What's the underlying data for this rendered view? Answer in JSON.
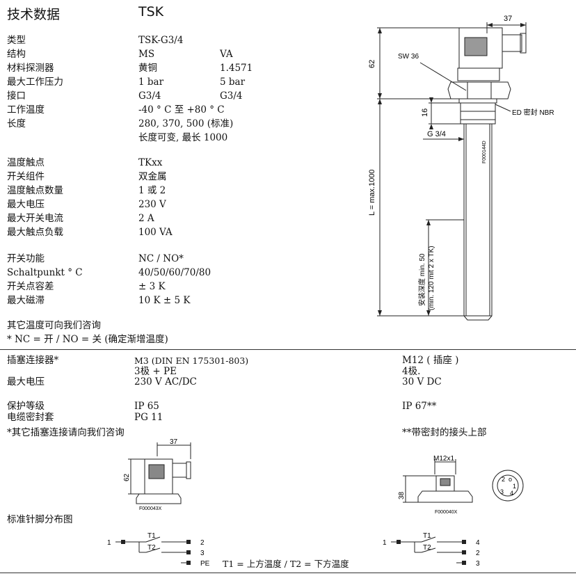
{
  "header": {
    "title": "技术数据",
    "model": "TSK"
  },
  "specs1": [
    {
      "label": "类型",
      "v1": "TSK-G3/4",
      "v2": ""
    },
    {
      "label": "结构",
      "v1": "MS",
      "v2": "VA"
    },
    {
      "label": "材料探测器",
      "v1": "黄铜",
      "v2": "1.4571"
    },
    {
      "label": "最大工作压力",
      "v1": "1 bar",
      "v2": "5 bar"
    },
    {
      "label": "接口",
      "v1": "G3/4",
      "v2": "G3/4"
    },
    {
      "label": "工作温度",
      "v1": "-40 ° C 至 +80 ° C",
      "v2": ""
    },
    {
      "label": "长度",
      "v1": "280, 370, 500 (标准)",
      "v2": ""
    },
    {
      "label": "",
      "v1": "长度可变, 最长 1000",
      "v2": ""
    }
  ],
  "specs2": [
    {
      "label": "温度触点",
      "v1": "TKxx"
    },
    {
      "label": "开关组件",
      "v1": "双金属"
    },
    {
      "label": "温度触点数量",
      "v1": "1 或 2"
    },
    {
      "label": "最大电压",
      "v1": "230 V"
    },
    {
      "label": "最大开关电流",
      "v1": "2 A"
    },
    {
      "label": "最大触点负载",
      "v1": "100 VA"
    }
  ],
  "specs3": [
    {
      "label": "开关功能",
      "v1": "NC / NO*"
    },
    {
      "label": "Schaltpunkt ° C",
      "v1": "40/50/60/70/80"
    },
    {
      "label": "开关点容差",
      "v1": "± 3 K"
    },
    {
      "label": "最大磁滞",
      "v1": "10 K ± 5 K"
    }
  ],
  "notes": {
    "n1": "其它温度可向我们咨询",
    "n2": "* NC = 开 / NO = 关  (确定渐增温度)"
  },
  "connector": {
    "label1": "插塞连接器*",
    "label2": "最大电压",
    "label3": "保护等级",
    "label4": "电缆密封套",
    "m3_l1": "M3 (DIN EN 175301-803)",
    "m3_l2": "3极 + PE",
    "m3_l3": "230 V AC/DC",
    "m3_l4": "IP 65",
    "m3_l5": "PG 11",
    "m12_l1": "M12 ( 插座 )",
    "m12_l2": "4极.",
    "m12_l3": "30 V DC",
    "m12_l4": "IP 67**",
    "note_left": "*其它插塞连接请向我们咨询",
    "note_right": "**带密封的接头上部"
  },
  "pin_title": "标准针脚分布图",
  "pin_caption": "T1 = 上方温度 / T2 = 下方温度",
  "drawing_main": {
    "dim_37": "37",
    "dim_62": "62",
    "sw": "SW 36",
    "ed": "ED 密封 NBR",
    "dim_16": "16",
    "g34": "G 3/4",
    "code": "F000144D",
    "length": "L = max.1000",
    "install": "安装深度 min. 50",
    "install2": "(min. 120 mit 2 x TK)"
  },
  "drawing_m3": {
    "dim_37": "37",
    "dim_62": "62",
    "code": "F000043X"
  },
  "drawing_m12": {
    "label": "M12x1",
    "dim_38": "38",
    "code": "F000040X",
    "pins": [
      "2",
      "o",
      "1",
      "3",
      "4"
    ]
  },
  "schematic_left": {
    "in": "1",
    "t1": "T1",
    "t2": "T2",
    "o1": "2",
    "o2": "3",
    "pe": "PE"
  },
  "schematic_right": {
    "in": "1",
    "t1": "T1",
    "t2": "T2",
    "o1": "4",
    "o2": "2",
    "o3": "3"
  }
}
